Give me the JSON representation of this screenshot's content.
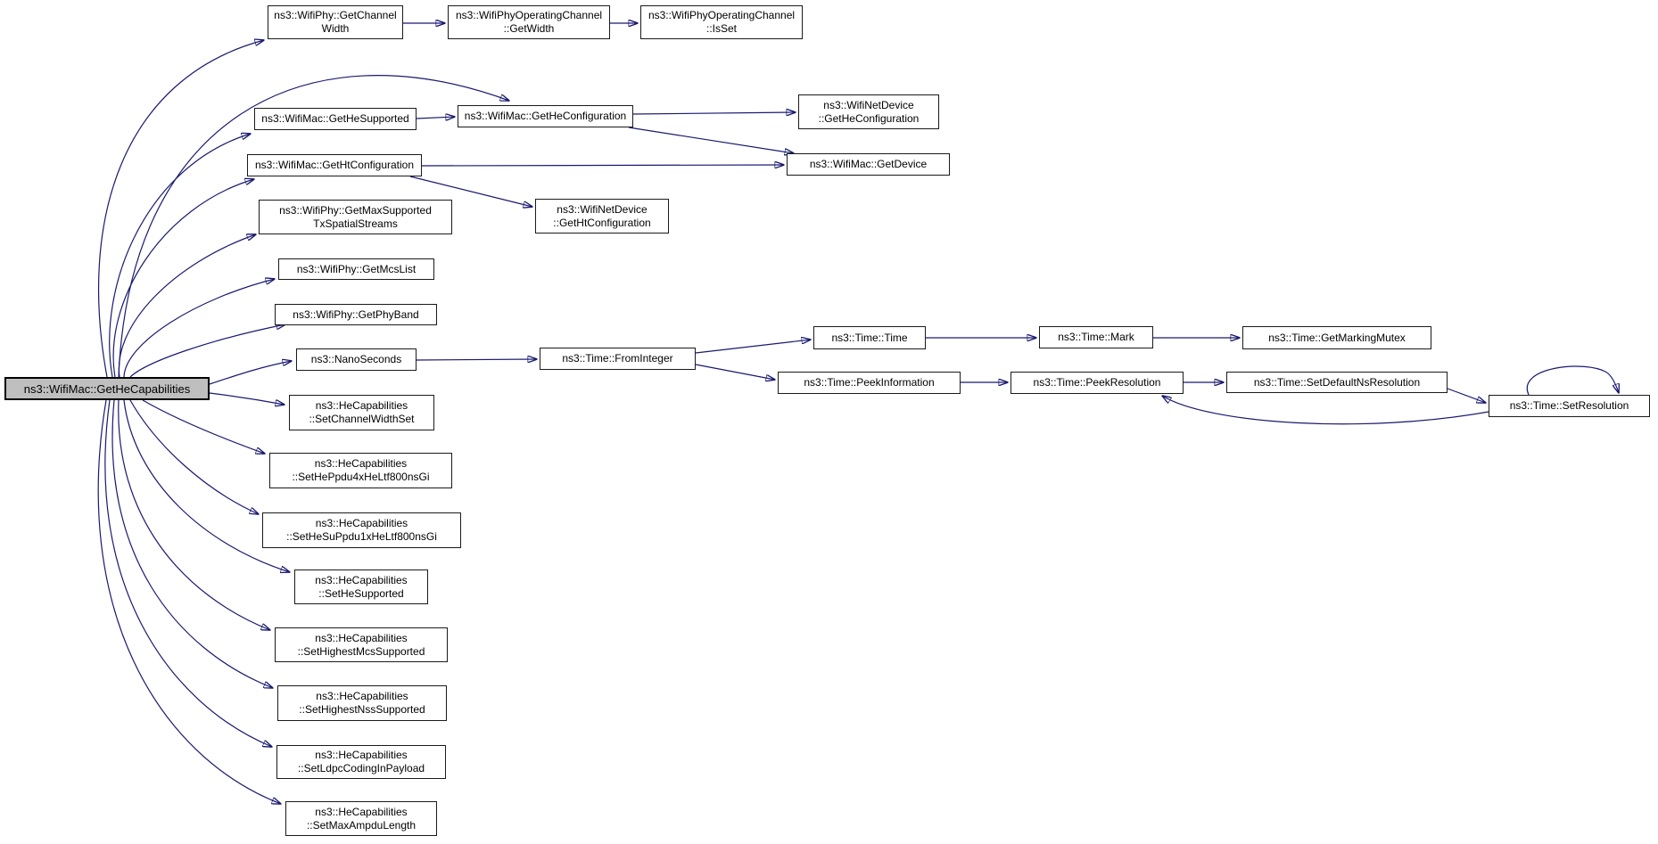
{
  "diagram": {
    "kind": "doxygen-call-graph",
    "root_function": "ns3::WifiMac::GetHeCapabilities"
  },
  "colors": {
    "edge": "#191970",
    "node_fill": "#ffffff",
    "node_border": "#1a1a1a",
    "root_fill": "#bfbfbf",
    "background": "#ffffff"
  },
  "nodes": {
    "root": {
      "label": "ns3::WifiMac::GetHeCapabilities"
    },
    "getChannelWidth": {
      "label": "ns3::WifiPhy::GetChannel\nWidth"
    },
    "opGetWidth": {
      "label": "ns3::WifiPhyOperatingChannel\n::GetWidth"
    },
    "opIsSet": {
      "label": "ns3::WifiPhyOperatingChannel\n::IsSet"
    },
    "getHeSupported": {
      "label": "ns3::WifiMac::GetHeSupported"
    },
    "getHeConfiguration": {
      "label": "ns3::WifiMac::GetHeConfiguration"
    },
    "wndGetHeConfiguration": {
      "label": "ns3::WifiNetDevice\n::GetHeConfiguration"
    },
    "getHtConfiguration": {
      "label": "ns3::WifiMac::GetHtConfiguration"
    },
    "getDevice": {
      "label": "ns3::WifiMac::GetDevice"
    },
    "getMaxSupportedTxSpatialStreams": {
      "label": "ns3::WifiPhy::GetMaxSupported\nTxSpatialStreams"
    },
    "wndGetHtConfiguration": {
      "label": "ns3::WifiNetDevice\n::GetHtConfiguration"
    },
    "getMcsList": {
      "label": "ns3::WifiPhy::GetMcsList"
    },
    "getPhyBand": {
      "label": "ns3::WifiPhy::GetPhyBand"
    },
    "nanoSeconds": {
      "label": "ns3::NanoSeconds"
    },
    "fromInteger": {
      "label": "ns3::Time::FromInteger"
    },
    "timeTime": {
      "label": "ns3::Time::Time"
    },
    "timeMark": {
      "label": "ns3::Time::Mark"
    },
    "getMarkingMutex": {
      "label": "ns3::Time::GetMarkingMutex"
    },
    "peekInformation": {
      "label": "ns3::Time::PeekInformation"
    },
    "peekResolution": {
      "label": "ns3::Time::PeekResolution"
    },
    "setDefaultNsResolution": {
      "label": "ns3::Time::SetDefaultNsResolution"
    },
    "setResolution": {
      "label": "ns3::Time::SetResolution"
    },
    "setChannelWidthSet": {
      "label": "ns3::HeCapabilities\n::SetChannelWidthSet"
    },
    "setHePpdu4xHeLtf800nsGi": {
      "label": "ns3::HeCapabilities\n::SetHePpdu4xHeLtf800nsGi"
    },
    "setHeSuPpdu1xHeLtf800nsGi": {
      "label": "ns3::HeCapabilities\n::SetHeSuPpdu1xHeLtf800nsGi"
    },
    "setHeSupported": {
      "label": "ns3::HeCapabilities\n::SetHeSupported"
    },
    "setHighestMcsSupported": {
      "label": "ns3::HeCapabilities\n::SetHighestMcsSupported"
    },
    "setHighestNssSupported": {
      "label": "ns3::HeCapabilities\n::SetHighestNssSupported"
    },
    "setLdpcCodingInPayload": {
      "label": "ns3::HeCapabilities\n::SetLdpcCodingInPayload"
    },
    "setMaxAmpduLength": {
      "label": "ns3::HeCapabilities\n::SetMaxAmpduLength"
    }
  },
  "edges": [
    {
      "from": "root",
      "to": "getChannelWidth"
    },
    {
      "from": "root",
      "to": "getHeConfiguration"
    },
    {
      "from": "root",
      "to": "getHeSupported"
    },
    {
      "from": "root",
      "to": "getHtConfiguration"
    },
    {
      "from": "root",
      "to": "getMaxSupportedTxSpatialStreams"
    },
    {
      "from": "root",
      "to": "getMcsList"
    },
    {
      "from": "root",
      "to": "getPhyBand"
    },
    {
      "from": "root",
      "to": "nanoSeconds"
    },
    {
      "from": "root",
      "to": "setChannelWidthSet"
    },
    {
      "from": "root",
      "to": "setHePpdu4xHeLtf800nsGi"
    },
    {
      "from": "root",
      "to": "setHeSuPpdu1xHeLtf800nsGi"
    },
    {
      "from": "root",
      "to": "setHeSupported"
    },
    {
      "from": "root",
      "to": "setHighestMcsSupported"
    },
    {
      "from": "root",
      "to": "setHighestNssSupported"
    },
    {
      "from": "root",
      "to": "setLdpcCodingInPayload"
    },
    {
      "from": "root",
      "to": "setMaxAmpduLength"
    },
    {
      "from": "getChannelWidth",
      "to": "opGetWidth"
    },
    {
      "from": "opGetWidth",
      "to": "opIsSet"
    },
    {
      "from": "getHeSupported",
      "to": "getHeConfiguration"
    },
    {
      "from": "getHeConfiguration",
      "to": "wndGetHeConfiguration"
    },
    {
      "from": "getHeConfiguration",
      "to": "getDevice"
    },
    {
      "from": "getHtConfiguration",
      "to": "getDevice"
    },
    {
      "from": "getHtConfiguration",
      "to": "wndGetHtConfiguration"
    },
    {
      "from": "nanoSeconds",
      "to": "fromInteger"
    },
    {
      "from": "fromInteger",
      "to": "timeTime"
    },
    {
      "from": "fromInteger",
      "to": "peekInformation"
    },
    {
      "from": "timeTime",
      "to": "timeMark"
    },
    {
      "from": "timeMark",
      "to": "getMarkingMutex"
    },
    {
      "from": "peekInformation",
      "to": "peekResolution"
    },
    {
      "from": "peekResolution",
      "to": "setDefaultNsResolution"
    },
    {
      "from": "setDefaultNsResolution",
      "to": "setResolution"
    },
    {
      "from": "setResolution",
      "to": "peekResolution"
    },
    {
      "from": "setResolution",
      "to": "setResolution"
    }
  ]
}
